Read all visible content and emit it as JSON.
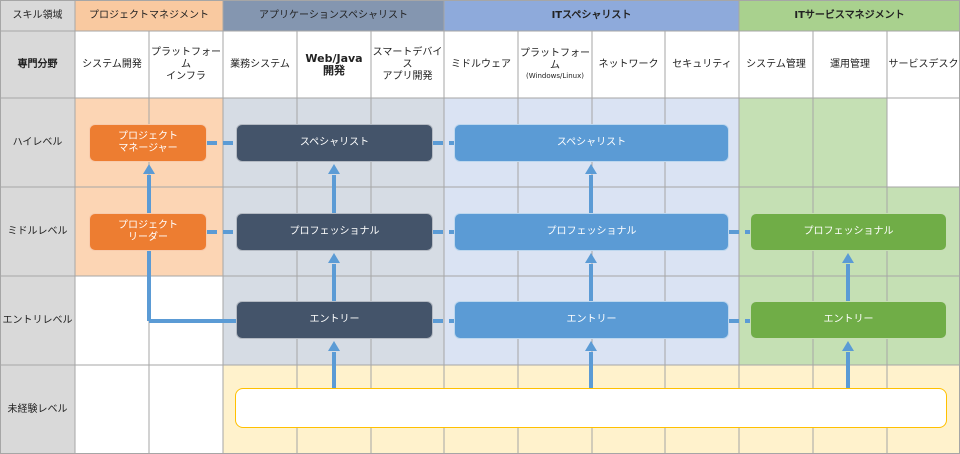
{
  "header": {
    "skill_area_label": "スキル領域",
    "specialty_label": "専門分野"
  },
  "areas": [
    {
      "name": "プロジェクトマネジメント",
      "color": "#fcd5b4",
      "head_color": "#f9c9a0"
    },
    {
      "name": "アプリケーションスペシャリスト",
      "color": "#d6dce4",
      "head_color": "#8496b0"
    },
    {
      "name": "ITスペシャリスト",
      "color": "#dae3f3",
      "head_color": "#8eaadb"
    },
    {
      "name": "ITサービスマネジメント",
      "color": "#c5e0b4",
      "head_color": "#a9d18e"
    }
  ],
  "fields": [
    {
      "label": "システム開発",
      "sub": ""
    },
    {
      "label": "プラットフォーム\nインフラ",
      "sub": ""
    },
    {
      "label": "業務システム",
      "sub": ""
    },
    {
      "label": "Web/Java\n開発",
      "sub": ""
    },
    {
      "label": "スマートデバイス\nアプリ開発",
      "sub": ""
    },
    {
      "label": "ミドルウェア",
      "sub": ""
    },
    {
      "label": "プラットフォーム",
      "sub": "(Windows/Linux)"
    },
    {
      "label": "ネットワーク",
      "sub": ""
    },
    {
      "label": "セキュリティ",
      "sub": ""
    },
    {
      "label": "システム管理",
      "sub": ""
    },
    {
      "label": "運用管理",
      "sub": ""
    },
    {
      "label": "サービスデスク",
      "sub": ""
    }
  ],
  "levels": [
    {
      "label": "ハイレベル"
    },
    {
      "label": "ミドルレベル"
    },
    {
      "label": "エントリレベル"
    },
    {
      "label": "未経験レベル"
    }
  ],
  "nodes": {
    "pm_high": "プロジェクト\nマネージャー",
    "pm_mid": "プロジェクト\nリーダー",
    "app_high": "スペシャリスト",
    "app_mid": "プロフェッショナル",
    "app_entry": "エントリー",
    "it_high": "スペシャリスト",
    "it_mid": "プロフェッショナル",
    "it_entry": "エントリー",
    "itsm_mid": "プロフェッショナル",
    "itsm_entry": "エントリー",
    "beginner": ""
  },
  "colors": {
    "pm_node": "#ed7d31",
    "app_node": "#44546a",
    "it_node": "#5b9bd5",
    "itsm_node": "#70ad47",
    "arrow": "#5b9bd5",
    "label_col": "#d9d9d9",
    "beginner_bg": "#fff2cc",
    "beginner_border": "#ffc000"
  }
}
